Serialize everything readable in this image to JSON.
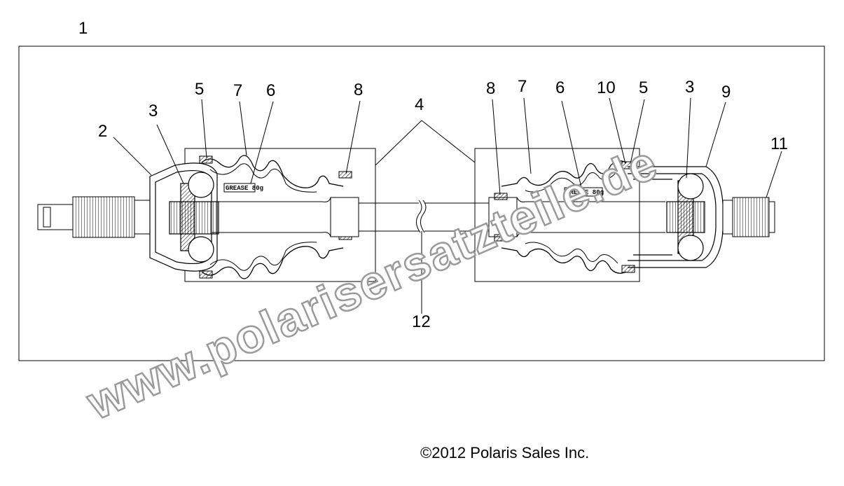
{
  "diagram": {
    "figure_number": "1",
    "callouts": {
      "c2": "2",
      "c3_left": "3",
      "c5_left": "5",
      "c7_left": "7",
      "c6_left": "6",
      "c8_left": "8",
      "c4": "4",
      "c8_right": "8",
      "c7_right": "7",
      "c6_right": "6",
      "c10": "10",
      "c5_right": "5",
      "c3_right": "3",
      "c9": "9",
      "c11": "11",
      "c12": "12"
    },
    "grease_label_left": "GREASE 80g",
    "grease_label_right": "GREASE 80g"
  },
  "watermark": "www.polarisersatzteile.de",
  "copyright": "©2012 Polaris Sales Inc."
}
